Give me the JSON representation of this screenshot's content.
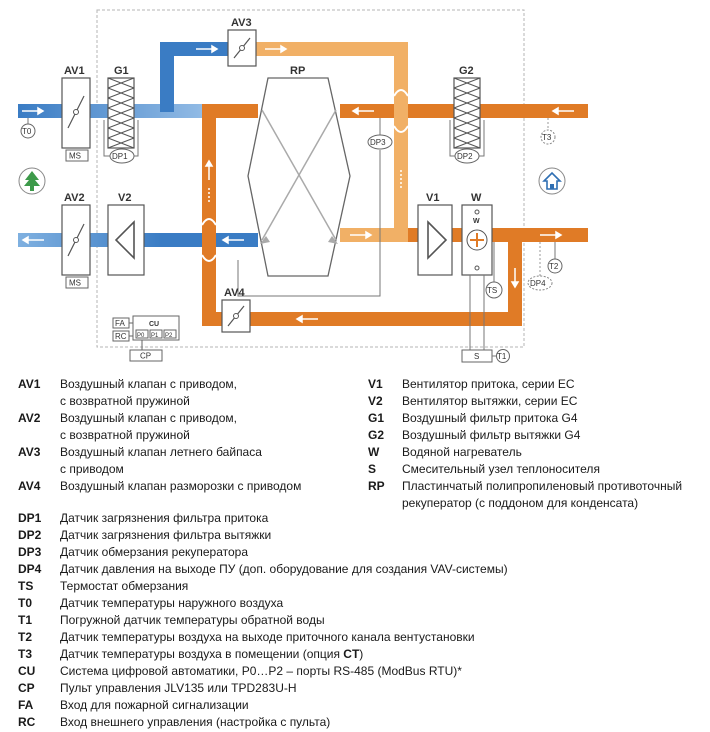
{
  "colors": {
    "supply": "#3a7cc4",
    "exhaust": "#e07b26",
    "bypass": "#f1b066"
  },
  "diagram": {
    "labels": {
      "av1": "AV1",
      "av2": "AV2",
      "av3": "AV3",
      "av4": "AV4",
      "g1": "G1",
      "g2": "G2",
      "v1": "V1",
      "v2": "V2",
      "w": "W",
      "rp": "RP",
      "ms1": "MS",
      "ms2": "MS",
      "cu": "CU",
      "fa": "FA",
      "rc": "RC",
      "cp": "CP",
      "s": "S",
      "p0": "P0",
      "p1": "P1",
      "p2": "P2",
      "w_inner": "W"
    },
    "sensors": {
      "t0": "T0",
      "t1": "T1",
      "t2": "T2",
      "t3": "T3",
      "dp1": "DP1",
      "dp2": "DP2",
      "dp3": "DP3",
      "dp4": "DP4",
      "ts": "TS"
    },
    "icons": {
      "outdoor": "tree-icon",
      "indoor": "house-icon"
    }
  },
  "legend": {
    "left": [
      {
        "code": "AV1",
        "lines": [
          "Воздушный клапан с приводом,",
          "с возвратной пружиной"
        ]
      },
      {
        "code": "AV2",
        "lines": [
          "Воздушный клапан с приводом,",
          "с возвратной пружиной"
        ]
      },
      {
        "code": "AV3",
        "lines": [
          "Воздушный клапан летнего байпаса",
          "с приводом"
        ]
      },
      {
        "code": "AV4",
        "lines": [
          "Воздушный клапан разморозки с приводом"
        ]
      }
    ],
    "right": [
      {
        "code": "V1",
        "lines": [
          "Вентилятор притока, серии EC"
        ]
      },
      {
        "code": "V2",
        "lines": [
          "Вентилятор вытяжки, серии EC"
        ]
      },
      {
        "code": "G1",
        "lines": [
          "Воздушный фильтр притока G4"
        ]
      },
      {
        "code": "G2",
        "lines": [
          "Воздушный фильтр вытяжки G4"
        ]
      },
      {
        "code": "W",
        "lines": [
          "Водяной нагреватель"
        ]
      },
      {
        "code": "S",
        "lines": [
          "Смесительный узел теплоносителя"
        ]
      },
      {
        "code": "RP",
        "lines": [
          "Пластинчатый полипропиленовый противоточный",
          "рекуператор (с поддоном для конденсата)"
        ]
      }
    ],
    "bottom": [
      {
        "code": "DP1",
        "text": "Датчик загрязнения фильтра притока"
      },
      {
        "code": "DP2",
        "text": "Датчик загрязнения фильтра вытяжки"
      },
      {
        "code": "DP3",
        "text": "Датчик обмерзания рекуператора"
      },
      {
        "code": "DP4",
        "text": "Датчик давления на выходе ПУ (доп. оборудование для создания VAV-системы)"
      },
      {
        "code": "TS",
        "text": "Термостат обмерзания"
      },
      {
        "code": "T0",
        "text": "Датчик температуры наружного воздуха"
      },
      {
        "code": "T1",
        "text": "Погружной датчик температуры обратной воды"
      },
      {
        "code": "T2",
        "text": "Датчик температуры воздуха на выходе приточного канала вентустановки"
      },
      {
        "code": "T3",
        "text": "Датчик температуры воздуха в помещении (опция ",
        "bold": "CT",
        "tail": ")"
      },
      {
        "code": "CU",
        "text": "Система цифровой автоматики, P0…P2 – порты RS-485 (ModBus RTU)*"
      },
      {
        "code": "CP",
        "text": "Пульт управления JLV135 или TPD283U-H"
      },
      {
        "code": "FA",
        "text": "Вход для пожарной сигнализации"
      },
      {
        "code": "RC",
        "text": "Вход внешнего управления (настройка с пульта)"
      }
    ]
  }
}
